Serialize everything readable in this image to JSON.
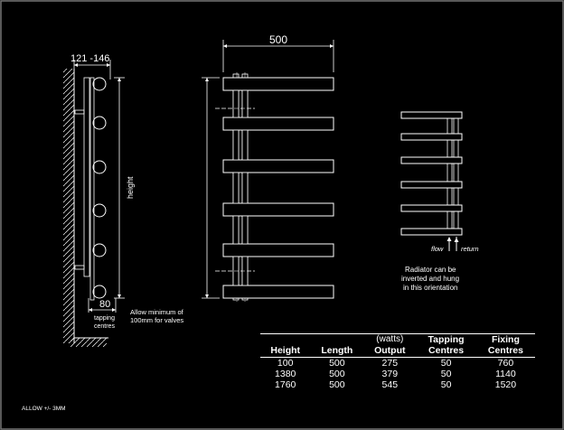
{
  "side_view": {
    "projection_label": "121 -146",
    "height_label": "height",
    "tapping_value": "80",
    "tapping_label_1": "tapping",
    "tapping_label_2": "centres",
    "allow_note_1": "Allow minimum of",
    "allow_note_2": "100mm for valves"
  },
  "front_view": {
    "width_label": "500"
  },
  "small_view": {
    "flow_label": "flow",
    "return_label": "return",
    "note_1": "Radiator can be",
    "note_2": "inverted and hung",
    "note_3": "in this orientation"
  },
  "table": {
    "header_height": "Height",
    "header_length": "Length",
    "header_output_sub": "(watts)",
    "header_output": "Output",
    "header_tapping_1": "Tapping",
    "header_tapping_2": "Centres",
    "header_fixing_1": "Fixing",
    "header_fixing_2": "Centres",
    "rows": [
      {
        "height": "100",
        "length": "500",
        "output": "275",
        "tapping": "50",
        "fixing": "760"
      },
      {
        "height": "1380",
        "length": "500",
        "output": "379",
        "tapping": "50",
        "fixing": "1140"
      },
      {
        "height": "1760",
        "length": "500",
        "output": "545",
        "tapping": "50",
        "fixing": "1520"
      }
    ]
  },
  "footer_note": "ALLOW +/- 3MM",
  "colors": {
    "background": "#000000",
    "lines": "#ffffff",
    "frame": "#777777"
  }
}
